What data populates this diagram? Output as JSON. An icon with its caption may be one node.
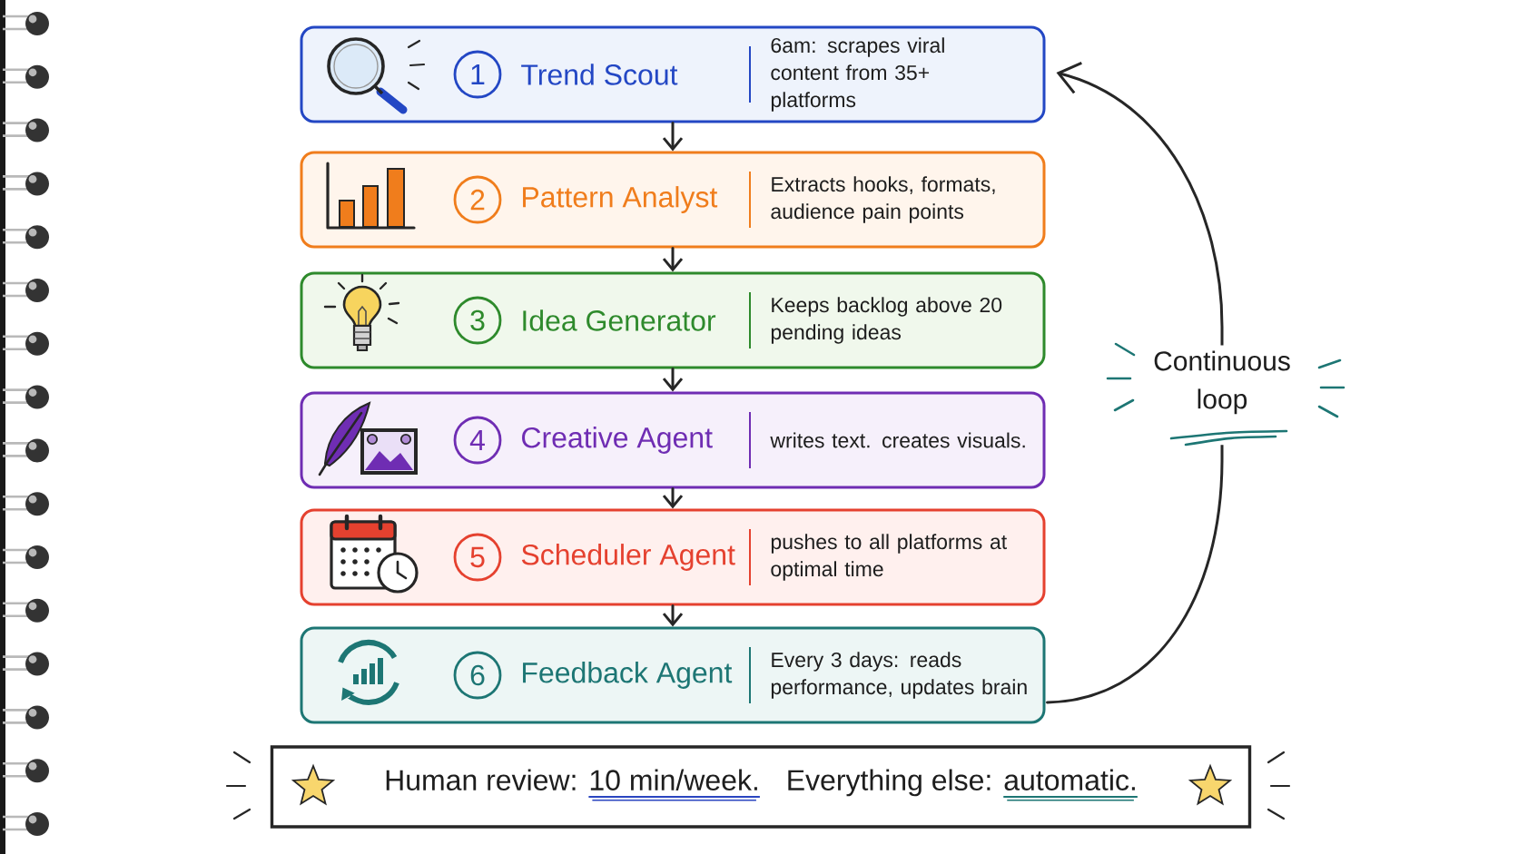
{
  "diagram": {
    "nodes": [
      {
        "text": [
          "1",
          "Trend Scout",
          "6am: scrapes viral content from 35+ platforms"
        ]
      },
      {
        "text": [
          "2",
          "Pattern Analyst",
          "Extracts hooks, formats, audience pain points"
        ]
      },
      {
        "text": [
          "3",
          "Idea Generator",
          "Keeps backlog above 20 pending ideas"
        ]
      },
      {
        "text": [
          "4",
          "Creative Agent",
          "writes text. creates visuals."
        ]
      },
      {
        "text": [
          "5",
          "Scheduler Agent",
          "pushes to all platforms at optimal time"
        ]
      },
      {
        "text": [
          "6",
          "Feedback Agent",
          "Every 3 days: reads performance, updates brain"
        ]
      },
      {
        "text": [
          "Human review:",
          "10 min/week.",
          "Everything else:",
          "automatic."
        ]
      }
    ],
    "edges": [
      {
        "from": 0,
        "to": 1,
        "arrow": "to"
      },
      {
        "from": 1,
        "to": 2,
        "arrow": "to"
      },
      {
        "from": 2,
        "to": 3,
        "arrow": "to"
      },
      {
        "from": 3,
        "to": 4,
        "arrow": "to"
      },
      {
        "from": 4,
        "to": 5,
        "arrow": "to"
      },
      {
        "from": 5,
        "to": 0,
        "arrow": "to",
        "label": "Continuous loop"
      }
    ]
  }
}
